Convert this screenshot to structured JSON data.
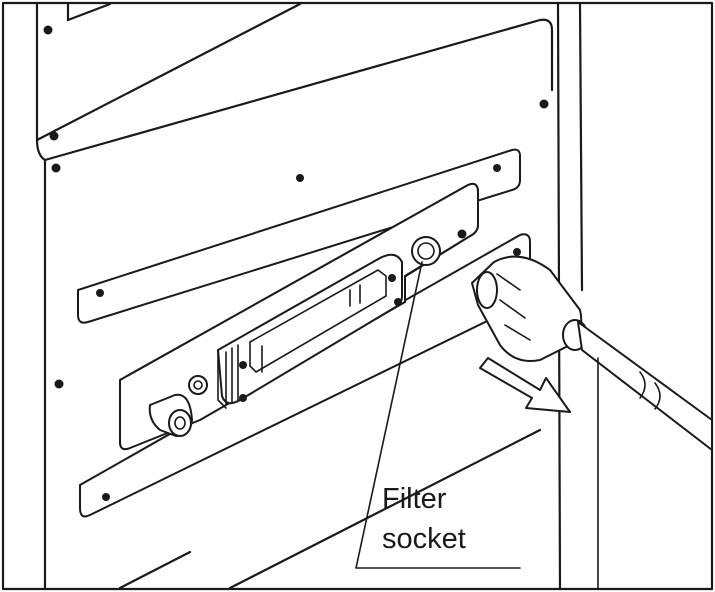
{
  "diagram": {
    "callout": {
      "line1": "Filter",
      "line2": "socket"
    },
    "arrow_direction": "down-right",
    "colors": {
      "line": "#1a1a1a",
      "background": "#ffffff"
    }
  }
}
